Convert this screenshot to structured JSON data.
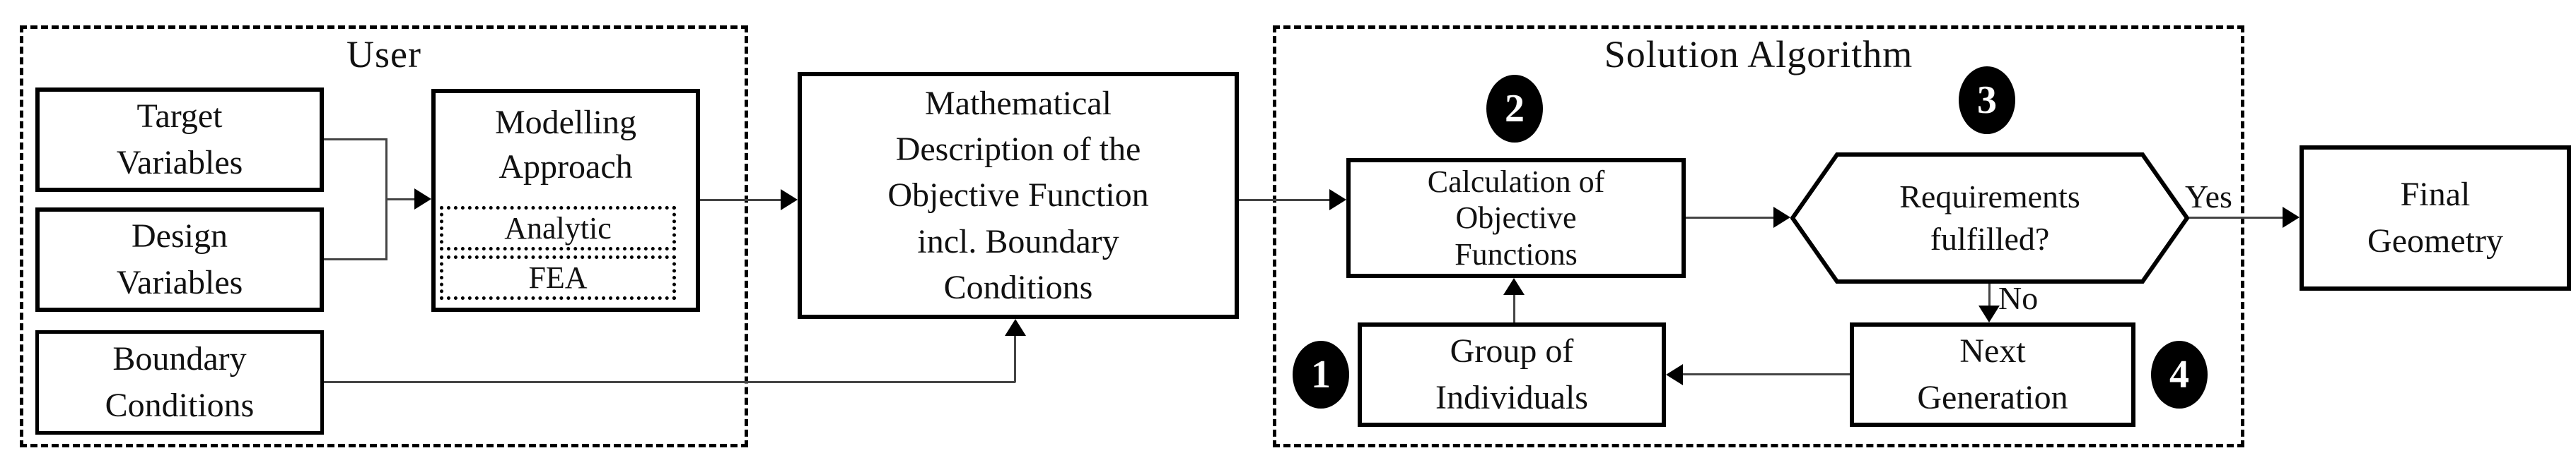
{
  "colors": {
    "background": "#ffffff",
    "stroke": "#000000",
    "connector": "#444444",
    "badge_bg": "#000000",
    "badge_fg": "#ffffff"
  },
  "user": {
    "title": "User",
    "target": {
      "lines": [
        "Target",
        "Variables"
      ]
    },
    "design": {
      "lines": [
        "Design",
        "Variables"
      ]
    },
    "boundary": {
      "lines": [
        "Boundary",
        "Conditions"
      ]
    },
    "modelling": {
      "lines": [
        "Modelling",
        "Approach"
      ],
      "options": [
        "Analytic",
        "FEA"
      ]
    }
  },
  "math": {
    "lines": [
      "Mathematical",
      "Description of the",
      "Objective Function",
      "incl. Boundary",
      "Conditions"
    ]
  },
  "solution": {
    "title": "Solution Algorithm",
    "calculation": {
      "badge": "2",
      "lines": [
        "Calculation of",
        "Objective",
        "Functions"
      ]
    },
    "requirements": {
      "badge": "3",
      "lines": [
        "Requirements",
        "fulfilled?"
      ]
    },
    "group": {
      "badge": "1",
      "lines": [
        "Group of",
        "Individuals"
      ]
    },
    "next": {
      "badge": "4",
      "lines": [
        "Next",
        "Generation"
      ]
    },
    "labels": {
      "yes": "Yes",
      "no": "No"
    }
  },
  "final": {
    "lines": [
      "Final",
      "Geometry"
    ]
  }
}
